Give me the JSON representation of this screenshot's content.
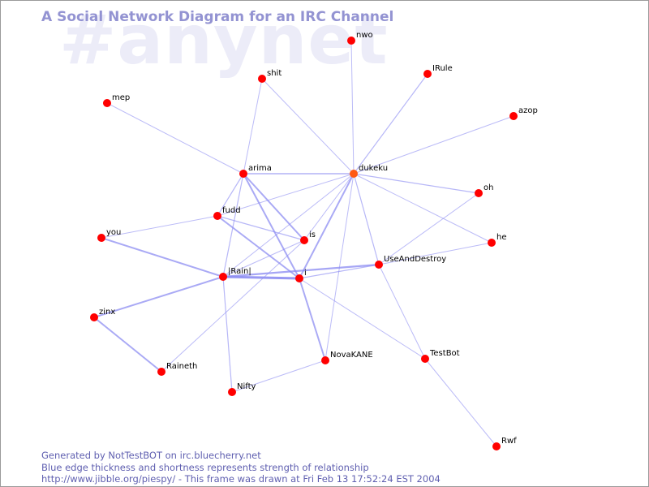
{
  "diagram": {
    "title": "A Social Network Diagram for an IRC Channel",
    "channel": "#anynet",
    "colors": {
      "node": "#ff0000",
      "highlight_node": "#ff5a14",
      "edge": "#8d8df2",
      "title": "#9393d2",
      "watermark": "#ececf8"
    },
    "nodes": [
      {
        "id": "nwo",
        "label": "nwo"
      },
      {
        "id": "IRule",
        "label": "IRule"
      },
      {
        "id": "shit",
        "label": "shit"
      },
      {
        "id": "mep",
        "label": "mep"
      },
      {
        "id": "azop",
        "label": "azop"
      },
      {
        "id": "arima",
        "label": "arima"
      },
      {
        "id": "dukeku",
        "label": "dukeku",
        "highlighted": true
      },
      {
        "id": "oh",
        "label": "oh"
      },
      {
        "id": "fudd",
        "label": "fudd"
      },
      {
        "id": "you",
        "label": "you"
      },
      {
        "id": "is",
        "label": "is"
      },
      {
        "id": "he",
        "label": "he"
      },
      {
        "id": "UseAndDestroy",
        "label": "UseAndDestroy"
      },
      {
        "id": "Rain",
        "label": "|Rain|"
      },
      {
        "id": "i",
        "label": "i"
      },
      {
        "id": "zinx",
        "label": "zinx"
      },
      {
        "id": "TestBot",
        "label": "TestBot"
      },
      {
        "id": "NovaKANE",
        "label": "NovaKANE"
      },
      {
        "id": "Raineth",
        "label": "Raineth"
      },
      {
        "id": "Nifty",
        "label": "Nifty"
      },
      {
        "id": "Rwf",
        "label": "Rwf"
      }
    ],
    "edges": [
      {
        "source": "nwo",
        "target": "dukeku",
        "weight": 1
      },
      {
        "source": "IRule",
        "target": "dukeku",
        "weight": 1.2
      },
      {
        "source": "azop",
        "target": "dukeku",
        "weight": 1
      },
      {
        "source": "shit",
        "target": "dukeku",
        "weight": 1
      },
      {
        "source": "shit",
        "target": "arima",
        "weight": 1
      },
      {
        "source": "mep",
        "target": "arima",
        "weight": 1
      },
      {
        "source": "arima",
        "target": "dukeku",
        "weight": 1.5
      },
      {
        "source": "arima",
        "target": "fudd",
        "weight": 1.2
      },
      {
        "source": "arima",
        "target": "is",
        "weight": 2
      },
      {
        "source": "arima",
        "target": "i",
        "weight": 2
      },
      {
        "source": "arima",
        "target": "Rain",
        "weight": 1.2
      },
      {
        "source": "dukeku",
        "target": "fudd",
        "weight": 1
      },
      {
        "source": "dukeku",
        "target": "oh",
        "weight": 1.2
      },
      {
        "source": "dukeku",
        "target": "he",
        "weight": 1
      },
      {
        "source": "dukeku",
        "target": "is",
        "weight": 1
      },
      {
        "source": "dukeku",
        "target": "i",
        "weight": 2
      },
      {
        "source": "dukeku",
        "target": "UseAndDestroy",
        "weight": 1.2
      },
      {
        "source": "dukeku",
        "target": "Rain",
        "weight": 1
      },
      {
        "source": "dukeku",
        "target": "NovaKANE",
        "weight": 1
      },
      {
        "source": "fudd",
        "target": "you",
        "weight": 1
      },
      {
        "source": "fudd",
        "target": "is",
        "weight": 1.2
      },
      {
        "source": "fudd",
        "target": "i",
        "weight": 2
      },
      {
        "source": "is",
        "target": "Rain",
        "weight": 1
      },
      {
        "source": "is",
        "target": "Raineth",
        "weight": 1
      },
      {
        "source": "you",
        "target": "Rain",
        "weight": 2
      },
      {
        "source": "Rain",
        "target": "i",
        "weight": 3
      },
      {
        "source": "Rain",
        "target": "zinx",
        "weight": 2
      },
      {
        "source": "Rain",
        "target": "UseAndDestroy",
        "weight": 2.2
      },
      {
        "source": "Rain",
        "target": "Nifty",
        "weight": 1.2
      },
      {
        "source": "i",
        "target": "UseAndDestroy",
        "weight": 1.2
      },
      {
        "source": "i",
        "target": "NovaKANE",
        "weight": 2
      },
      {
        "source": "i",
        "target": "TestBot",
        "weight": 1
      },
      {
        "source": "zinx",
        "target": "Raineth",
        "weight": 2
      },
      {
        "source": "UseAndDestroy",
        "target": "oh",
        "weight": 1
      },
      {
        "source": "UseAndDestroy",
        "target": "he",
        "weight": 1
      },
      {
        "source": "UseAndDestroy",
        "target": "TestBot",
        "weight": 1
      },
      {
        "source": "TestBot",
        "target": "Rwf",
        "weight": 1
      },
      {
        "source": "NovaKANE",
        "target": "Nifty",
        "weight": 1
      }
    ]
  },
  "footer": {
    "line1": "Generated by NotTestBOT on irc.bluecherry.net",
    "line2": "Blue edge thickness and shortness represents strength of relationship",
    "line3": "http://www.jibble.org/piespy/ - This frame was drawn at Fri Feb 13 17:52:24 EST 2004"
  }
}
